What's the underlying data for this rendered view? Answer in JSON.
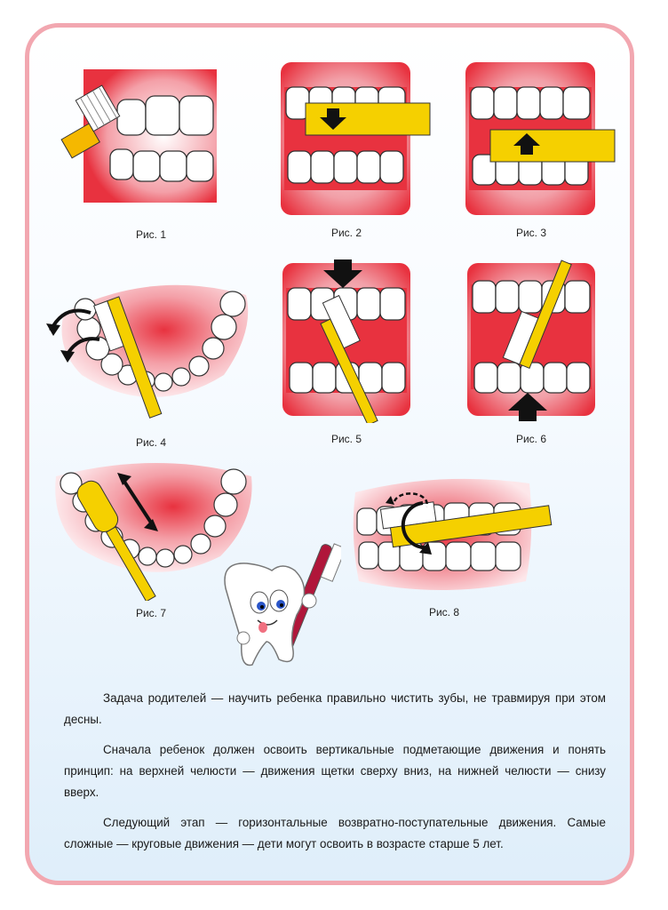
{
  "captions": {
    "fig1": "Рис. 1",
    "fig2": "Рис. 2",
    "fig3": "Рис. 3",
    "fig4": "Рис. 4",
    "fig5": "Рис. 5",
    "fig6": "Рис. 6",
    "fig7": "Рис. 7",
    "fig8": "Рис. 8"
  },
  "paragraphs": [
    "Задача родителей — научить ребенка правильно чистить зубы, не травмируя при этом десны.",
    "Сначала ребенок должен освоить вертикальные подметающие движения и понять принцип: на верхней челюсти — движения щетки сверху вниз, на нижней челюсти — снизу вверх.",
    "Следующий этап — горизонтальные возвратно-поступательные движения. Самые сложные — круговые движения — дети могут освоить в возрасте старше 5 лет."
  ],
  "colors": {
    "frame_border": "#f2a7b0",
    "gum": "#e8323f",
    "brush_handle": "#f5d000",
    "arrow": "#111111"
  }
}
